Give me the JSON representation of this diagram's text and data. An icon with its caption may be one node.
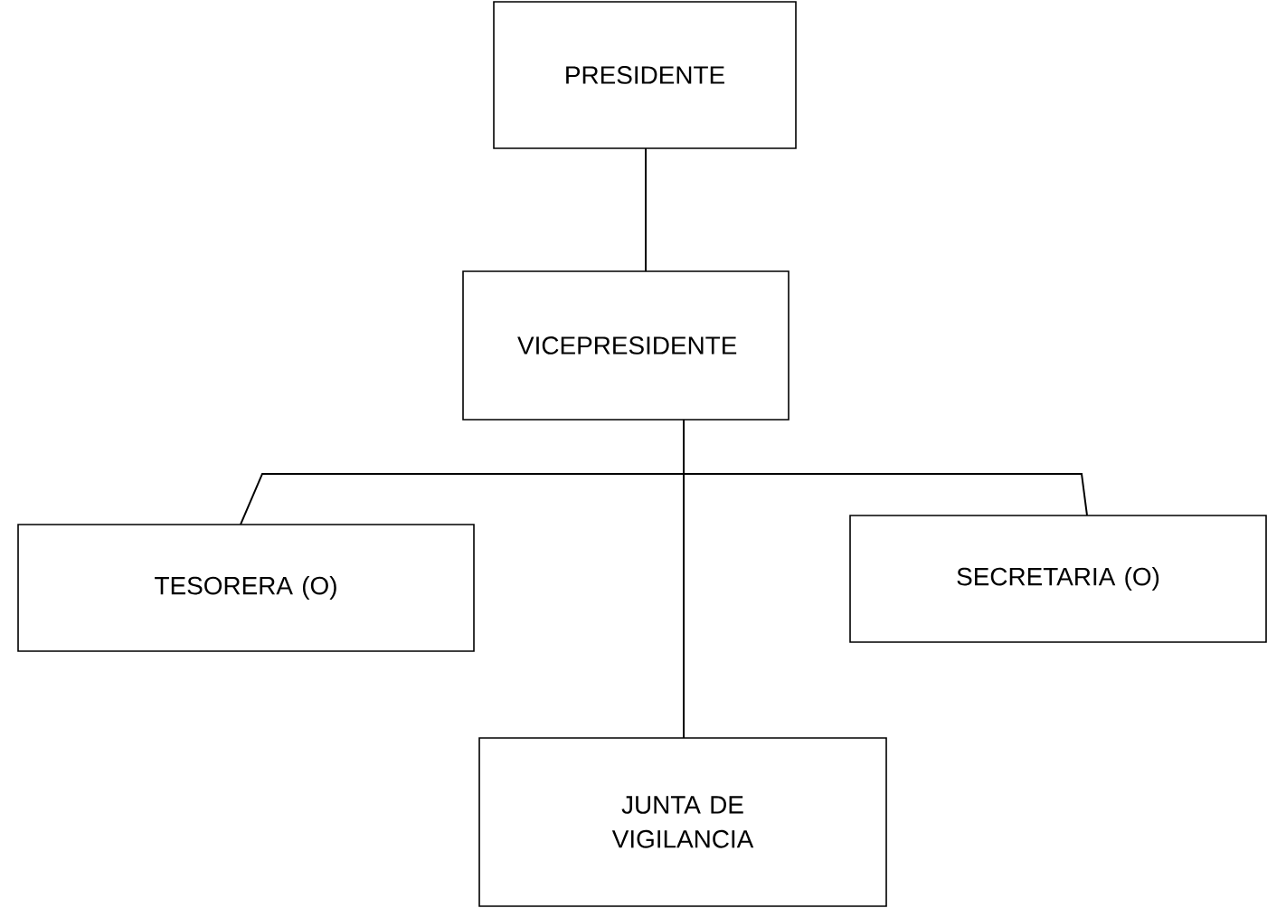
{
  "diagram": {
    "nodes": [
      {
        "text": [
          "PRESIDENTE"
        ]
      },
      {
        "text": [
          "VICEPRESIDENTE"
        ]
      },
      {
        "text": [
          "TESORERA (O)"
        ]
      },
      {
        "text": [
          "SECRETARIA (O)"
        ]
      },
      {
        "text": [
          "JUNTA DE VIGILANCIA"
        ]
      }
    ],
    "edges": [
      {
        "from": 0,
        "to": 1,
        "arrow": "none"
      },
      {
        "from": 1,
        "to": 2,
        "arrow": "none"
      },
      {
        "from": 1,
        "to": 3,
        "arrow": "none"
      },
      {
        "from": 1,
        "to": 4,
        "arrow": "none"
      }
    ]
  }
}
